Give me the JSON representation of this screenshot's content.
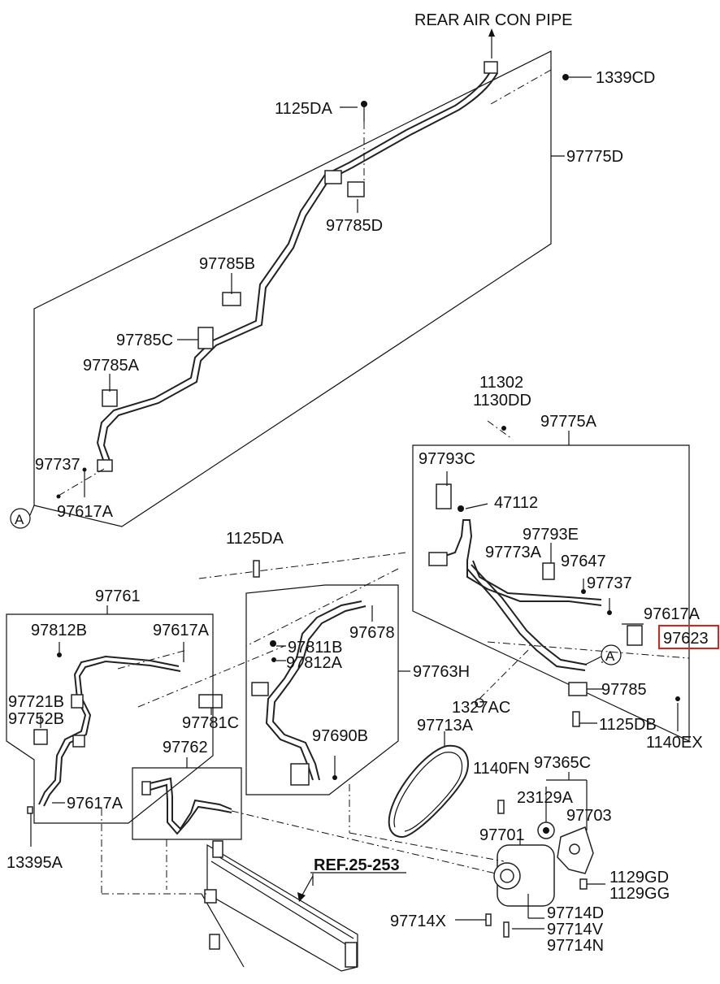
{
  "title": "REAR AIR CON PIPE",
  "ref_label": "REF.25-253",
  "circle_marker": "A",
  "highlighted_label": "97623",
  "labels": {
    "l1339CD": "1339CD",
    "l1125DA_top": "1125DA",
    "l97775D": "97775D",
    "l97785D": "97785D",
    "l97785B": "97785B",
    "l97785C": "97785C",
    "l97785A": "97785A",
    "l97737_top": "97737",
    "l97617A_top": "97617A",
    "l11302": "11302",
    "l1130DD": "1130DD",
    "l97775A": "97775A",
    "l97793C": "97793C",
    "l47112": "47112",
    "l97793E": "97793E",
    "l97773A": "97773A",
    "l97647": "97647",
    "l97737_right": "97737",
    "l97617A_right": "97617A",
    "l97623": "97623",
    "l97785": "97785",
    "l1125DB": "1125DB",
    "l1140EX": "1140EX",
    "l1125DA_mid": "1125DA",
    "l97761": "97761",
    "l97812B": "97812B",
    "l97617A_left": "97617A",
    "l97721B": "97721B",
    "l97752B": "97752B",
    "l97617A_left2": "97617A",
    "l13395A": "13395A",
    "l97678": "97678",
    "l97811B": "97811B",
    "l97812A": "97812A",
    "l97763H": "97763H",
    "l97781C": "97781C",
    "l97690B": "97690B",
    "l1327AC": "1327AC",
    "l97713A": "97713A",
    "l97762": "97762",
    "l1140FN": "1140FN",
    "l97365C": "97365C",
    "l23129A": "23129A",
    "l97703": "97703",
    "l97701": "97701",
    "l1129GD": "1129GD",
    "l1129GG": "1129GG",
    "l97714X": "97714X",
    "l97714D": "97714D",
    "l97714V": "97714V",
    "l97714N": "97714N"
  }
}
